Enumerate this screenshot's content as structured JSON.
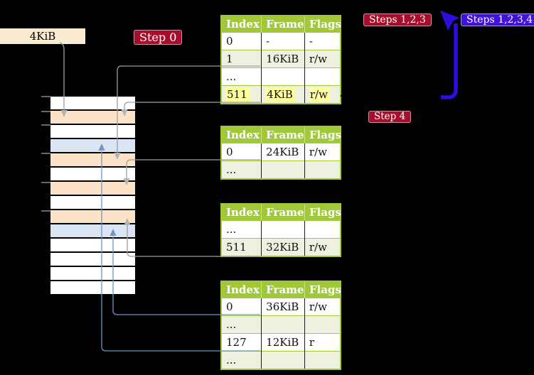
{
  "palette": {
    "table_header_green": "#a0c838",
    "table_row_green": "#eef1df",
    "highlight_yellow": "#ffff9e",
    "frame_peach": "#fce3c7",
    "frame_blue": "#d9e5f3",
    "frame_white": "#ffffff",
    "label_wheat": "#faecd1",
    "badge_red": "#a50e2d",
    "badge_blue": "#3f13d8",
    "big_arrow_blue": "#2e0cda",
    "connector_gray": "#9e9e9e",
    "connector_blue": "#7493c6"
  },
  "labels": {
    "frame_size": "4KiB",
    "step0": "Step 0",
    "steps123": "Steps 1,2,3",
    "steps1234": "Steps 1,2,3,4",
    "step4": "Step 4"
  },
  "memory": {
    "rows": [
      "white",
      "peach",
      "white",
      "blue",
      "peach",
      "white",
      "peach",
      "white",
      "peach",
      "blue",
      "white",
      "white",
      "white",
      "white"
    ]
  },
  "tables": [
    {
      "columns": [
        "Index",
        "Frame",
        "Flags"
      ],
      "rows": [
        {
          "cells": [
            "0",
            "-",
            "-"
          ],
          "shaded": false,
          "highlight": false
        },
        {
          "cells": [
            "1",
            "16KiB",
            "r/w"
          ],
          "shaded": true,
          "highlight": false
        },
        {
          "cells": [
            "...",
            "",
            ""
          ],
          "shaded": false,
          "highlight": false
        },
        {
          "cells": [
            "511",
            "4KiB",
            "r/w"
          ],
          "shaded": true,
          "highlight": true
        }
      ]
    },
    {
      "columns": [
        "Index",
        "Frame",
        "Flags"
      ],
      "rows": [
        {
          "cells": [
            "0",
            "24KiB",
            "r/w"
          ],
          "shaded": false,
          "highlight": false
        },
        {
          "cells": [
            "...",
            "",
            ""
          ],
          "shaded": true,
          "highlight": false
        }
      ]
    },
    {
      "columns": [
        "Index",
        "Frame",
        "Flags"
      ],
      "rows": [
        {
          "cells": [
            "...",
            "",
            ""
          ],
          "shaded": false,
          "highlight": false
        },
        {
          "cells": [
            "511",
            "32KiB",
            "r/w"
          ],
          "shaded": true,
          "highlight": false
        }
      ]
    },
    {
      "columns": [
        "Index",
        "Frame",
        "Flags"
      ],
      "rows": [
        {
          "cells": [
            "0",
            "36KiB",
            "r/w"
          ],
          "shaded": false,
          "highlight": false
        },
        {
          "cells": [
            "...",
            "",
            ""
          ],
          "shaded": true,
          "highlight": false
        },
        {
          "cells": [
            "127",
            "12KiB",
            "r"
          ],
          "shaded": false,
          "highlight": false
        },
        {
          "cells": [
            "...",
            "",
            ""
          ],
          "shaded": true,
          "highlight": false
        }
      ]
    }
  ]
}
